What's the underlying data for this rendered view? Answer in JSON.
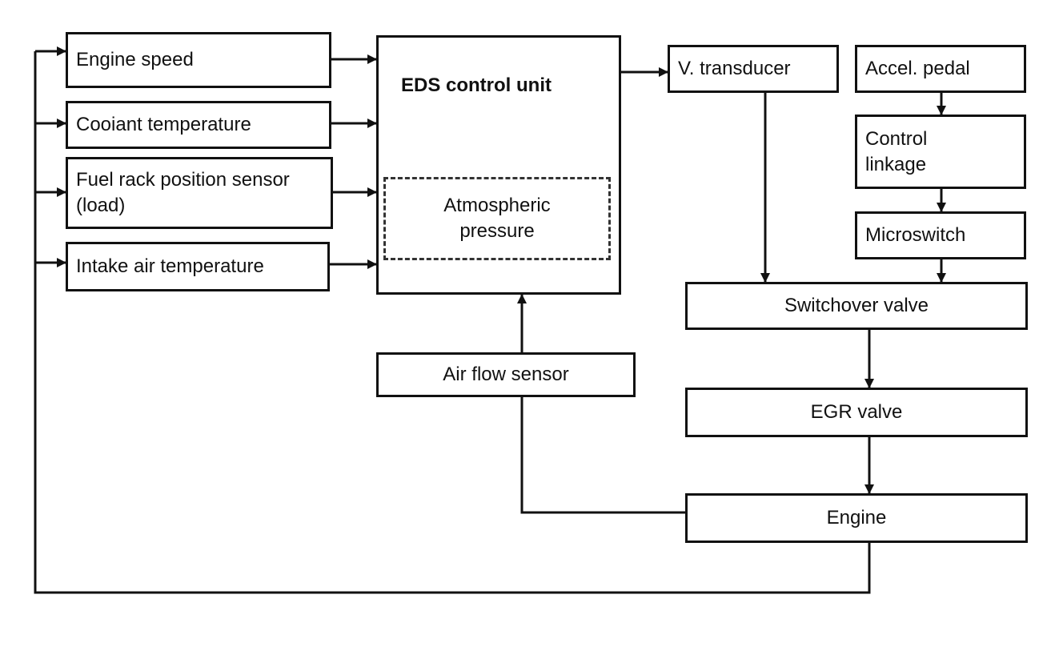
{
  "diagram": {
    "sensors": {
      "engine_speed": "Engine speed",
      "coolant_temperature": "Cooiant temperature",
      "fuel_rack": "Fuel rack position sensor\n(load)",
      "intake_air_temperature": "Intake air temperature"
    },
    "control_unit": {
      "title": "EDS control unit",
      "atmospheric_pressure": "Atmospheric\npressure"
    },
    "air_flow_sensor": "Air flow sensor",
    "v_transducer": "V. transducer",
    "accel_pedal": "Accel. pedal",
    "control_linkage": "Control\nlinkage",
    "microswitch": "Microswitch",
    "switchover_valve": "Switchover valve",
    "egr_valve": "EGR valve",
    "engine": "Engine"
  }
}
